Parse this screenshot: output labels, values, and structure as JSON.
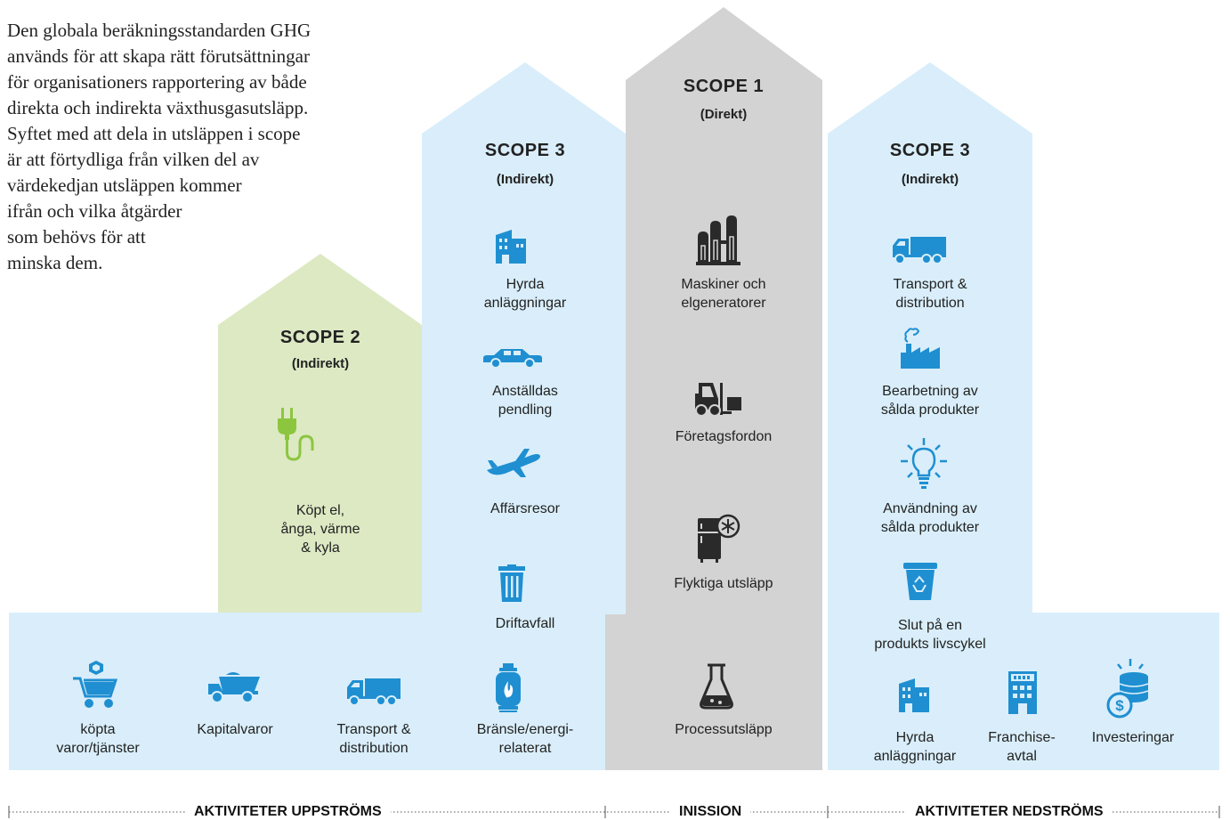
{
  "intro_lines": [
    "Den globala beräkningsstandarden GHG",
    "används för att skapa rätt förutsättningar",
    "för organisationers rapportering av både",
    "direkta och indirekta växthusgasutsläpp.",
    "Syftet med att dela in utsläppen i scope",
    "är att förtydliga från vilken del av",
    "värdekedjan utsläppen kommer",
    "ifrån och vilka åtgärder",
    "som behövs för att",
    "minska dem."
  ],
  "colors": {
    "scope3": "#d9eefa",
    "scope2": "#dce9c3",
    "scope1": "#d3d3d3",
    "icon_blue": "#1f8fd1",
    "icon_green": "#8cc63f",
    "icon_dark": "#2a2a2a"
  },
  "scope2": {
    "title": "SCOPE 2",
    "subtitle": "(Indirekt)",
    "item": {
      "icon": "plug-icon",
      "lines": [
        "Köpt el,",
        "ånga, värme",
        "& kyla"
      ]
    }
  },
  "scope3_up": {
    "title": "SCOPE 3",
    "subtitle": "(Indirekt)",
    "items": [
      {
        "icon": "building-icon",
        "lines": [
          "Hyrda",
          "anläggningar"
        ]
      },
      {
        "icon": "car-icon",
        "lines": [
          "Anställdas",
          "pendling"
        ]
      },
      {
        "icon": "airplane-icon",
        "lines": [
          "Affärsresor"
        ]
      },
      {
        "icon": "trash-icon",
        "lines": [
          "Driftavfall"
        ]
      },
      {
        "icon": "gas-cylinder-icon",
        "lines": [
          "Bränsle/energi-",
          "relaterat"
        ]
      }
    ],
    "bottom_items": [
      {
        "icon": "cart-icon",
        "lines": [
          "köpta",
          "varor/tjänster"
        ]
      },
      {
        "icon": "dump-truck-icon",
        "lines": [
          "Kapitalvaror"
        ]
      },
      {
        "icon": "truck-icon",
        "lines": [
          "Transport &",
          "distribution"
        ]
      }
    ]
  },
  "scope1": {
    "title": "SCOPE 1",
    "subtitle": "(Direkt)",
    "items": [
      {
        "icon": "factory-tanks-icon",
        "lines": [
          "Maskiner och",
          "elgeneratorer"
        ]
      },
      {
        "icon": "forklift-icon",
        "lines": [
          "Företagsfordon"
        ]
      },
      {
        "icon": "refrigerator-icon",
        "lines": [
          "Flyktiga utsläpp"
        ]
      },
      {
        "icon": "flask-icon",
        "lines": [
          "Processutsläpp"
        ]
      }
    ]
  },
  "scope3_down": {
    "title": "SCOPE 3",
    "subtitle": "(Indirekt)",
    "items": [
      {
        "icon": "truck-icon",
        "lines": [
          "Transport &",
          "distribution"
        ]
      },
      {
        "icon": "factory-icon",
        "lines": [
          "Bearbetning av",
          "sålda produkter"
        ]
      },
      {
        "icon": "lightbulb-icon",
        "lines": [
          "Användning av",
          "sålda produkter"
        ]
      },
      {
        "icon": "recycle-bin-icon",
        "lines": [
          "Slut på en",
          "produkts livscykel"
        ]
      }
    ],
    "bottom_items": [
      {
        "icon": "building-icon",
        "lines": [
          "Hyrda",
          "anläggningar"
        ]
      },
      {
        "icon": "franchise-building-icon",
        "lines": [
          "Franchise-",
          "avtal"
        ]
      },
      {
        "icon": "coins-icon",
        "lines": [
          "Investeringar"
        ]
      }
    ]
  },
  "footer": {
    "upstream": "AKTIVITETER UPPSTRÖMS",
    "mission": "INISSION",
    "downstream": "AKTIVITETER NEDSTRÖMS"
  }
}
